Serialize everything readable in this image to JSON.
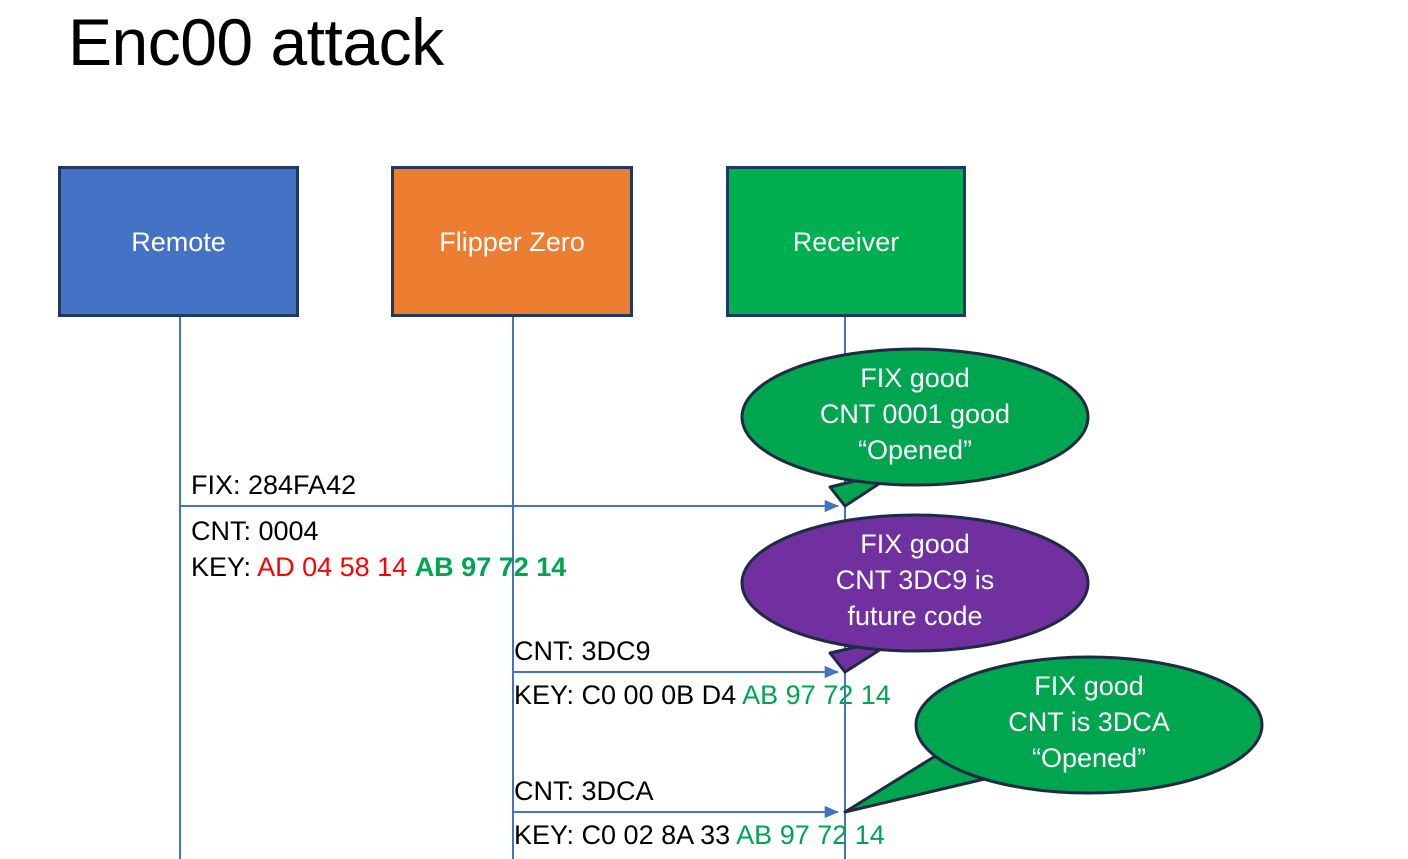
{
  "slide": {
    "title": "Enc00 attack",
    "background": "#FFFFFF"
  },
  "colors": {
    "remote_fill": "#4472C4",
    "flipper_fill": "#ED7D31",
    "receiver_fill": "#00B050",
    "box_border": "#1F3864",
    "callout_green": "#00A550",
    "callout_purple": "#7030A0",
    "callout_border": "#1F2A44",
    "lifeline": "#4472C4",
    "key_red": "#FF0000",
    "key_green": "#00A550",
    "text_black": "#000000"
  },
  "actors": [
    {
      "id": "remote",
      "label": "Remote"
    },
    {
      "id": "flipper",
      "label": "Flipper Zero"
    },
    {
      "id": "receiver",
      "label": "Receiver"
    }
  ],
  "messages": [
    {
      "id": "msg-1",
      "from": "remote",
      "to": "receiver",
      "lines": [
        {
          "label": "FIX: ",
          "value": "284FA42"
        }
      ]
    },
    {
      "id": "msg-1-detail",
      "lines": [
        {
          "label": "CNT: ",
          "value": "0004"
        },
        {
          "label": "KEY: ",
          "red": "AD 04 58 14",
          "green": "AB 97 72 14"
        }
      ]
    },
    {
      "id": "msg-2",
      "from": "flipper",
      "to": "receiver",
      "lines": [
        {
          "label": "CNT: ",
          "value": "3DC9"
        },
        {
          "label": "KEY: ",
          "black": "C0 00 0B D4",
          "green": "AB 97 72 14"
        }
      ]
    },
    {
      "id": "msg-3",
      "from": "flipper",
      "to": "receiver",
      "lines": [
        {
          "label": "CNT: ",
          "value": "3DCA"
        },
        {
          "label": "KEY: ",
          "black": "C0 02 8A 33",
          "green": "AB 97 72 14"
        }
      ]
    }
  ],
  "msg1_fix": "FIX: 284FA42",
  "msg1_cnt": "CNT: 0004",
  "msg1_key_label": "KEY: ",
  "msg1_key_red": "AD 04 58 14",
  "msg1_key_green": "AB 97 72 14",
  "msg2_cnt": "CNT: 3DC9",
  "msg2_key": "KEY: C0 00 0B D4 ",
  "msg2_key_green": "AB 97 72 14",
  "msg3_cnt": "CNT: 3DCA",
  "msg3_key": "KEY: C0 02 8A 33 ",
  "msg3_key_green": "AB 97 72 14",
  "callouts": [
    {
      "id": "callout-1",
      "color": "green",
      "lines": [
        "FIX good",
        "CNT 0001 good",
        "“Opened”"
      ]
    },
    {
      "id": "callout-2",
      "color": "purple",
      "lines": [
        "FIX good",
        "CNT 3DC9 is",
        "future code"
      ]
    },
    {
      "id": "callout-3",
      "color": "green",
      "lines": [
        "FIX good",
        "CNT is 3DCA",
        "“Opened”"
      ]
    }
  ],
  "callout1_l1": "FIX good",
  "callout1_l2": "CNT 0001 good",
  "callout1_l3": "“Opened”",
  "callout2_l1": "FIX good",
  "callout2_l2": "CNT 3DC9 is",
  "callout2_l3": "future code",
  "callout3_l1": "FIX good",
  "callout3_l2": "CNT is 3DCA",
  "callout3_l3": "“Opened”",
  "actor1_label": "Remote",
  "actor2_label": "Flipper Zero",
  "actor3_label": "Receiver"
}
